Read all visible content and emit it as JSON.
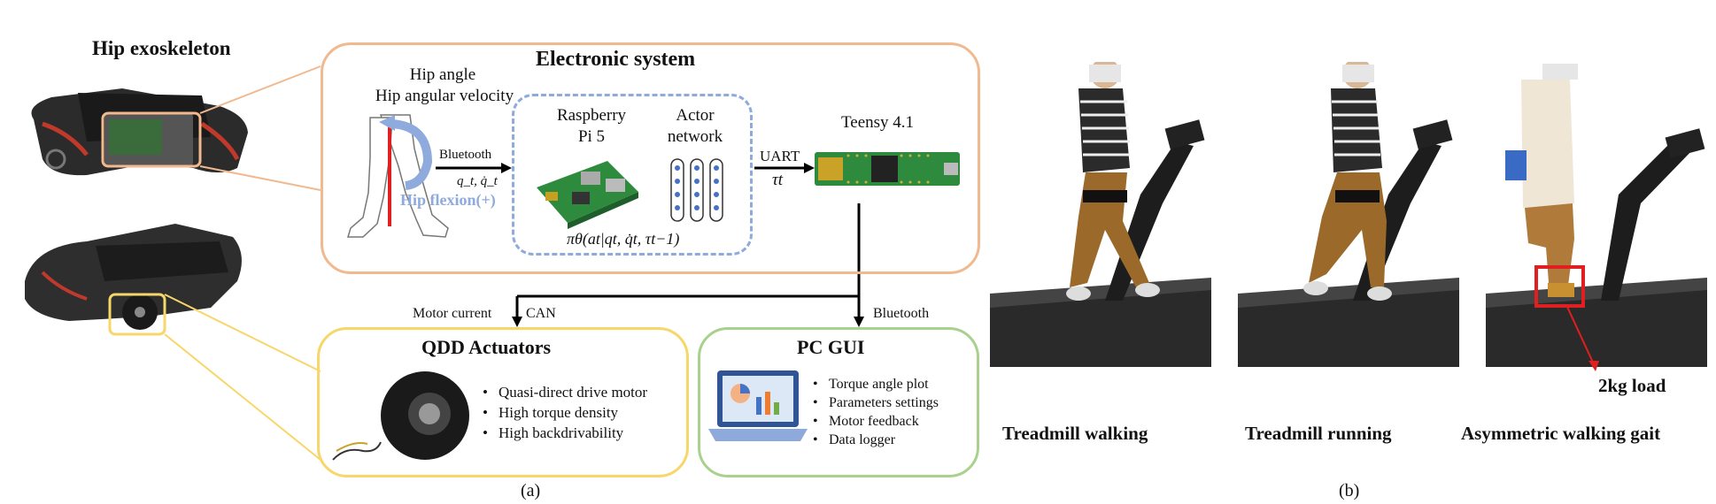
{
  "left_panel": {
    "hip_exoskeleton_title": "Hip exoskeleton",
    "electronic_system": {
      "title": "Electronic system",
      "sensor_line1": "Hip angle",
      "sensor_line2": "Hip angular velocity",
      "bluetooth": "Bluetooth",
      "state": "q_t, q̇_t",
      "hip_flexion": "Hip flexion(+)",
      "raspberry": "Raspberry",
      "pi": "Pi 5",
      "actor1": "Actor",
      "actor2": "network",
      "policy": "πθ(at|qt, q̇t, τt−1)",
      "uart": "UART",
      "tau": "τt",
      "teensy": "Teensy 4.1"
    },
    "motor_current": "Motor current",
    "can": "CAN",
    "bluetooth2": "Bluetooth",
    "qdd": {
      "title": "QDD Actuators",
      "bullets": [
        "Quasi-direct drive motor",
        "High torque density",
        "High backdrivability"
      ]
    },
    "pcgui": {
      "title": "PC GUI",
      "bullets": [
        "Torque angle plot",
        "Parameters settings",
        "Motor feedback",
        "Data logger"
      ]
    },
    "caption": "(a)"
  },
  "right_panel": {
    "labels": [
      "Treadmill walking",
      "Treadmill running",
      "Asymmetric walking gait"
    ],
    "load": "2kg load",
    "caption": "(b)"
  },
  "colors": {
    "orange_border": "#f1b98f",
    "yellow_border": "#f7d66a",
    "green_border": "#a9d18e",
    "blue_dash": "#8faadc",
    "red": "#e02020"
  }
}
